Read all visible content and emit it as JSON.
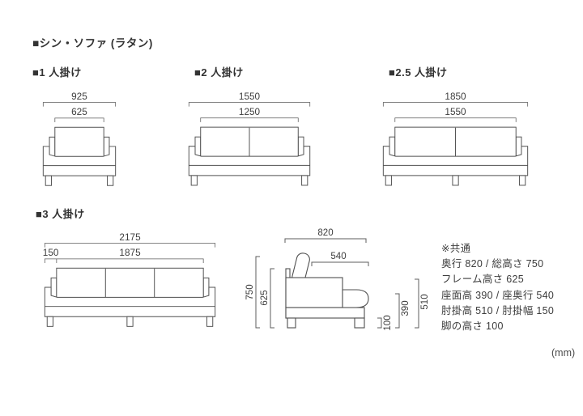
{
  "title": "■シン・ソファ (ラタン)",
  "unit_label": "(mm)",
  "figures": [
    {
      "id": "1-seater",
      "label": "■1 人掛け",
      "overall_width": "925",
      "inner_width": "625"
    },
    {
      "id": "2-seater",
      "label": "■2 人掛け",
      "overall_width": "1550",
      "inner_width": "1250"
    },
    {
      "id": "2.5-seater",
      "label": "■2.5 人掛け",
      "overall_width": "1850",
      "inner_width": "1550"
    },
    {
      "id": "3-seater",
      "label": "■3 人掛け",
      "overall_width": "2175",
      "armrest_width": "150",
      "inner_width": "1875"
    }
  ],
  "side_view": {
    "depth": "820",
    "seat_depth": "540",
    "total_height": "750",
    "frame_height": "625",
    "armrest_height": "510",
    "seat_height": "390",
    "leg_height": "100"
  },
  "notes": {
    "heading": "※共通",
    "lines": [
      "奥行 820 / 総高さ 750",
      "フレーム高さ 625",
      "座面高 390 / 座奥行 540",
      "肘掛高 510 / 肘掛幅 150",
      "脚の高さ 100"
    ]
  },
  "colors": {
    "line": "#4f4f4f",
    "dimension_line": "#5c5c5c",
    "text": "#3c3c3c",
    "background": "#ffffff"
  }
}
